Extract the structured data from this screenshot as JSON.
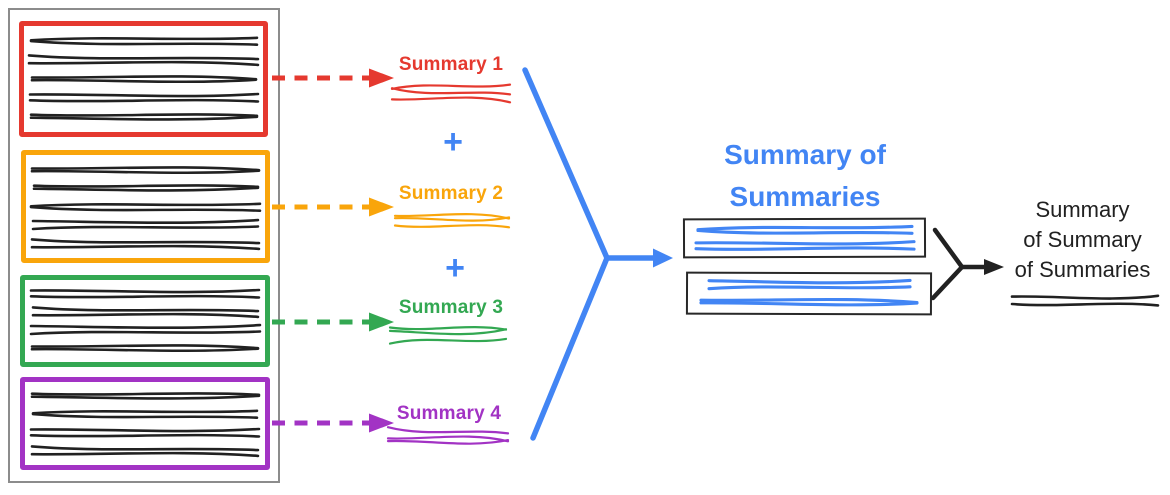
{
  "colors": {
    "red": "#E5392F",
    "orange": "#F9A50B",
    "green": "#33A852",
    "purple": "#A233C4",
    "blue": "#4285F4",
    "ink": "#212121",
    "gray": "#8C8C8C"
  },
  "left_stack": {
    "sections": [
      {
        "name": "document-1",
        "color": "red",
        "line_count": 5
      },
      {
        "name": "document-2",
        "color": "orange",
        "line_count": 5
      },
      {
        "name": "document-3",
        "color": "green",
        "line_count": 4
      },
      {
        "name": "document-4",
        "color": "purple",
        "line_count": 4
      }
    ]
  },
  "summaries": [
    {
      "label": "Summary 1",
      "color": "red"
    },
    {
      "label": "Summary 2",
      "color": "orange"
    },
    {
      "label": "Summary 3",
      "color": "green"
    },
    {
      "label": "Summary 4",
      "color": "purple"
    }
  ],
  "operators": {
    "plus": "+"
  },
  "summary_of_summaries": {
    "title_line1": "Summary of",
    "title_line2": "Summaries",
    "box_count": 2
  },
  "final_summary": {
    "line1": "Summary",
    "line2": "of Summary",
    "line3": "of Summaries"
  }
}
